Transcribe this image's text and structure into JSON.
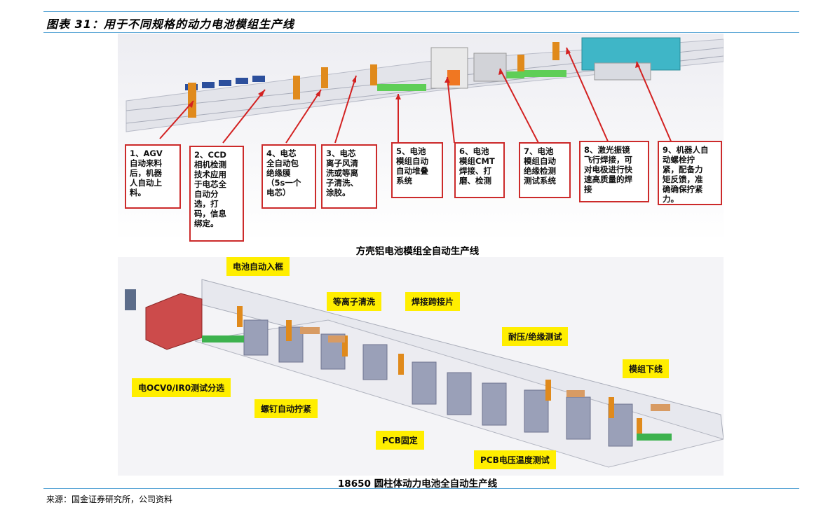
{
  "figure_title": "图表 31：用于不同规格的动力电池模组生产线",
  "panel1": {
    "callouts": [
      "1、AGV\n自动来料\n后，机器\n人自动上\n料。",
      "2、CCD\n相机检测\n技术应用\n于电芯全\n自动分\n选，打\n码，信息\n绑定。",
      "4、电芯\n全自动包\n绝缘膜\n（5s一个\n电芯）",
      "3、电芯\n离子风清\n洗或等离\n子清洗、\n涂胶。",
      "5、电池\n模组自动\n自动堆叠\n系统",
      "6、电池\n模组CMT\n焊接、打\n磨、检测",
      "7、电池\n模组自动\n绝缘检测\n测试系统",
      "8、激光振镜\n飞行焊接，可\n对电极进行快\n速高质量的焊\n接",
      "9、机器人自\n动螺栓拧\n紧，配备力\n矩反馈，准\n确确保拧紧\n力。"
    ],
    "caption": "方壳铝电池模组全自动生产线"
  },
  "panel2": {
    "labels": [
      "电池自动入框",
      "等离子清洗",
      "焊接跨接片",
      "耐压/绝缘测试",
      "模组下线",
      "电OCV0/IR0测试分选",
      "螺钉自动拧紧",
      "PCB固定",
      "PCB电压温度测试"
    ],
    "caption": "18650 圆柱体动力电池全自动生产线"
  },
  "source": "来源：国金证券研究所，公司资料",
  "colors": {
    "rule": "#5aa6d6",
    "callout_border": "#cc2a2a",
    "label_bg": "#ffee00"
  }
}
